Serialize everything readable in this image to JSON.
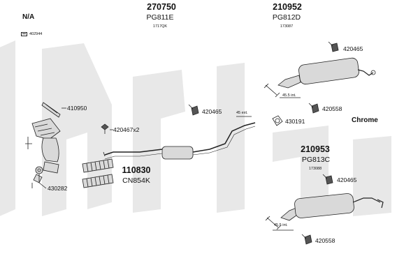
{
  "header": {
    "na_label": "N/A",
    "stock_code": "402944"
  },
  "parts": {
    "front_pipe": {
      "part_no": "270750",
      "ref": "PG811E",
      "sub": "1717QK"
    },
    "rear_silencer_top": {
      "part_no": "210952",
      "ref": "PG812D",
      "sub": "173087"
    },
    "rear_silencer_bottom": {
      "part_no": "210953",
      "ref": "PG813C",
      "sub": "173088"
    },
    "flex_pipe": {
      "part_no": "110830",
      "ref": "CN854K"
    }
  },
  "fittings": {
    "gasket_front": "410950",
    "bolt_set": "420467x2",
    "clamp": "430282",
    "mount_mid": "420465",
    "ring_clamp": "430191",
    "mount_top": "420465",
    "mount_top_lower": "420558",
    "mount_bottom": "420465",
    "mount_bottom_lower": "420558"
  },
  "dims": {
    "ext_label": "45 ext.",
    "int_top": "45.5 int.",
    "int_bottom": "45.5 int."
  },
  "finish_label": "Chrome",
  "watermark": {
    "color": "#e8e8e8"
  },
  "colors": {
    "line": "#222222",
    "part_fill": "#d9d9d9",
    "dark_part": "#555555"
  }
}
